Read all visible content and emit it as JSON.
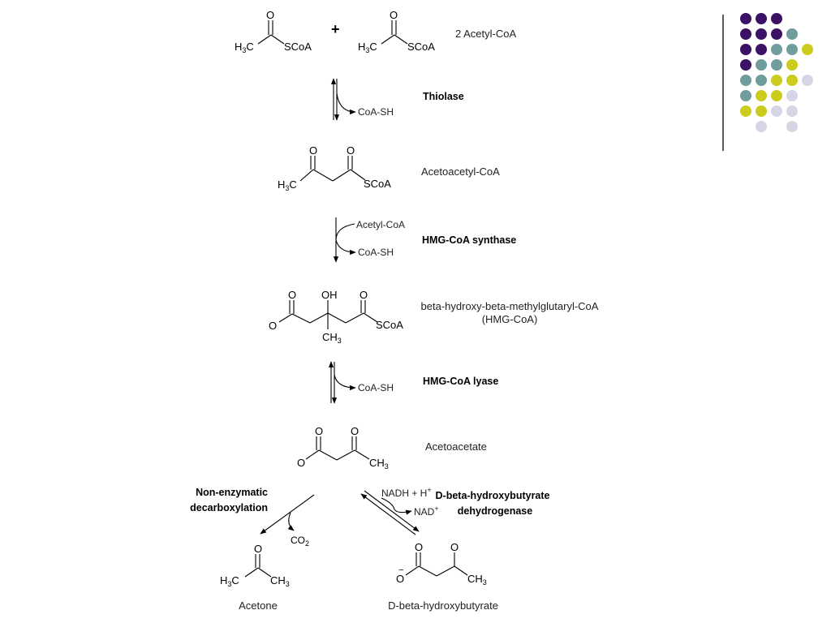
{
  "compounds": {
    "acetyl_coa": "2 Acetyl-CoA",
    "acetoacetyl_coa": "Acetoacetyl-CoA",
    "hmg_coa_line1": "beta-hydroxy-beta-methylglutaryl-CoA",
    "hmg_coa_line2": "(HMG-CoA)",
    "acetoacetate": "Acetoacetate",
    "acetone": "Acetone",
    "hydroxybutyrate": "D-beta-hydroxybutyrate"
  },
  "enzymes": {
    "thiolase": "Thiolase",
    "hmg_synthase": "HMG-CoA synthase",
    "hmg_lyase": "HMG-CoA lyase",
    "nonenzymatic_line1": "Non-enzymatic",
    "nonenzymatic_line2": "decarboxylation",
    "dehydrogenase_line1": "D-beta-hydroxybutyrate",
    "dehydrogenase_line2": "dehydrogenase"
  },
  "cofactors": {
    "coa_sh": "CoA-SH",
    "acetyl_coa_in": "Acetyl-CoA",
    "nadh": "NADH + H",
    "nad": "NAD",
    "plus_sign": "+",
    "co2_main": "CO",
    "co2_sub": "2"
  },
  "atoms": {
    "O": "O",
    "OH": "OH",
    "H": "H",
    "C": "C",
    "sub3": "3",
    "SCoA": "SCoA",
    "CH": "CH",
    "minus": "−"
  },
  "decor": {
    "dot_colors": {
      "purple": "#3b1266",
      "teal": "#6f9d9b",
      "yellow": "#cccc1e",
      "lavender": "#d5d5e6"
    }
  }
}
